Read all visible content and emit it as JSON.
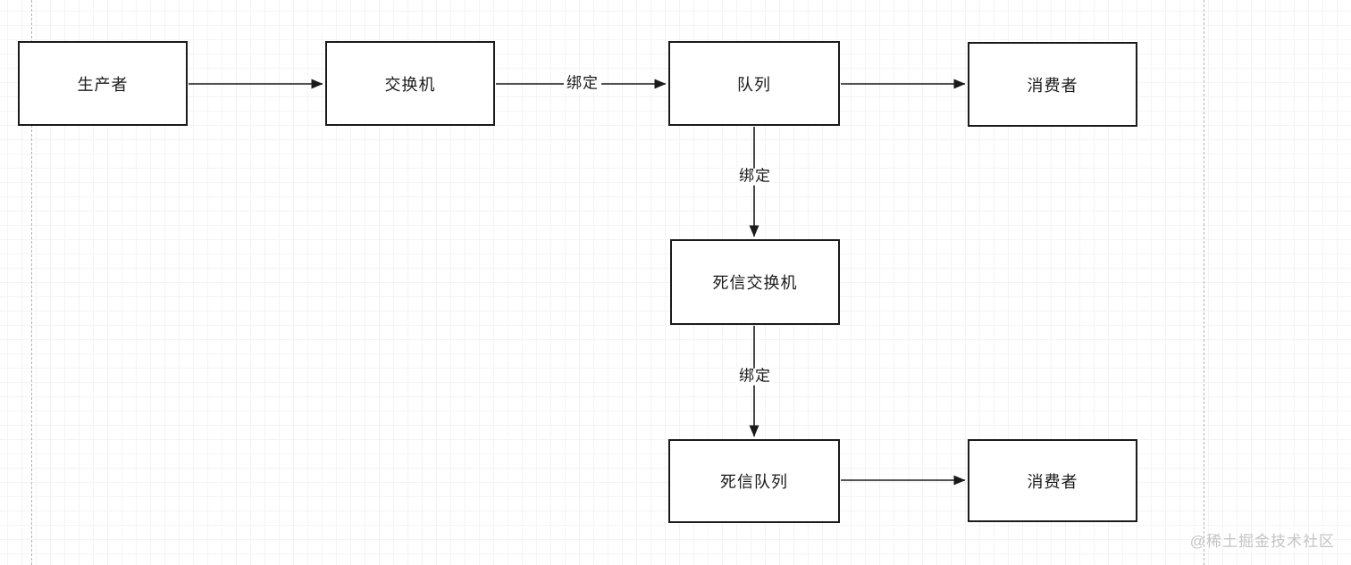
{
  "diagram": {
    "type": "flowchart",
    "topic": "message-queue dead letter routing",
    "nodes": [
      {
        "id": "producer",
        "label": "生产者"
      },
      {
        "id": "exchange",
        "label": "交换机"
      },
      {
        "id": "queue",
        "label": "队列"
      },
      {
        "id": "consumer_top",
        "label": "消费者"
      },
      {
        "id": "dead_exchange",
        "label": "死信交换机"
      },
      {
        "id": "dead_queue",
        "label": "死信队列"
      },
      {
        "id": "consumer_bottom",
        "label": "消费者"
      }
    ],
    "edges": [
      {
        "from": "producer",
        "to": "exchange",
        "label": ""
      },
      {
        "from": "exchange",
        "to": "queue",
        "label": "绑定"
      },
      {
        "from": "queue",
        "to": "consumer_top",
        "label": ""
      },
      {
        "from": "queue",
        "to": "dead_exchange",
        "label": "绑定"
      },
      {
        "from": "dead_exchange",
        "to": "dead_queue",
        "label": "绑定"
      },
      {
        "from": "dead_queue",
        "to": "consumer_bottom",
        "label": ""
      }
    ],
    "colors": {
      "stroke": "#1a1a1a",
      "node_fill": "#ffffff",
      "grid_minor": "#f5f4f4",
      "grid_major": "#e4e3e3",
      "guide_dashed": "#b4b4b4",
      "watermark": "#c4c4c4"
    }
  },
  "watermark": {
    "text": "@稀土掘金技术社区"
  }
}
